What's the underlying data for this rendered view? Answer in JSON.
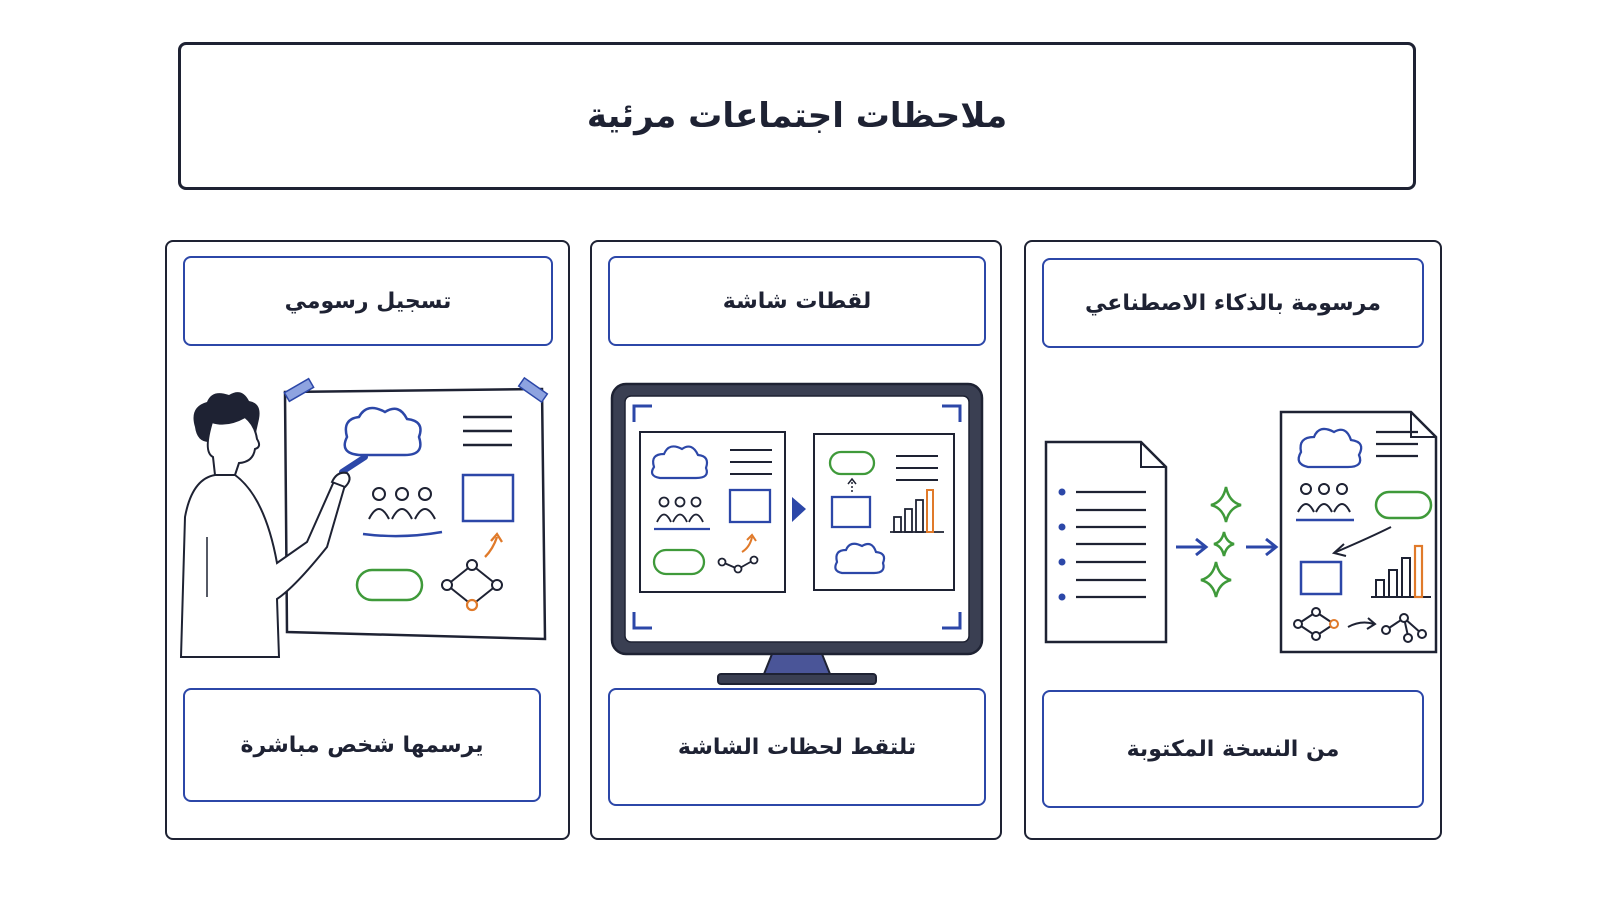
{
  "title": "ملاحظات اجتماعات مرئية",
  "panels": [
    {
      "heading": "مرسومة بالذكاء الاصطناعي",
      "caption": "من النسخة المكتوبة"
    },
    {
      "heading": "لقطات شاشة",
      "caption": "تلتقط لحظات الشاشة"
    },
    {
      "heading": "تسجيل رسومي",
      "caption": "يرسمها شخص مباشرة"
    }
  ],
  "colors": {
    "ink": "#1e2233",
    "blue": "#2c47a8",
    "green": "#3f9a3a",
    "orange": "#e07a2a"
  }
}
